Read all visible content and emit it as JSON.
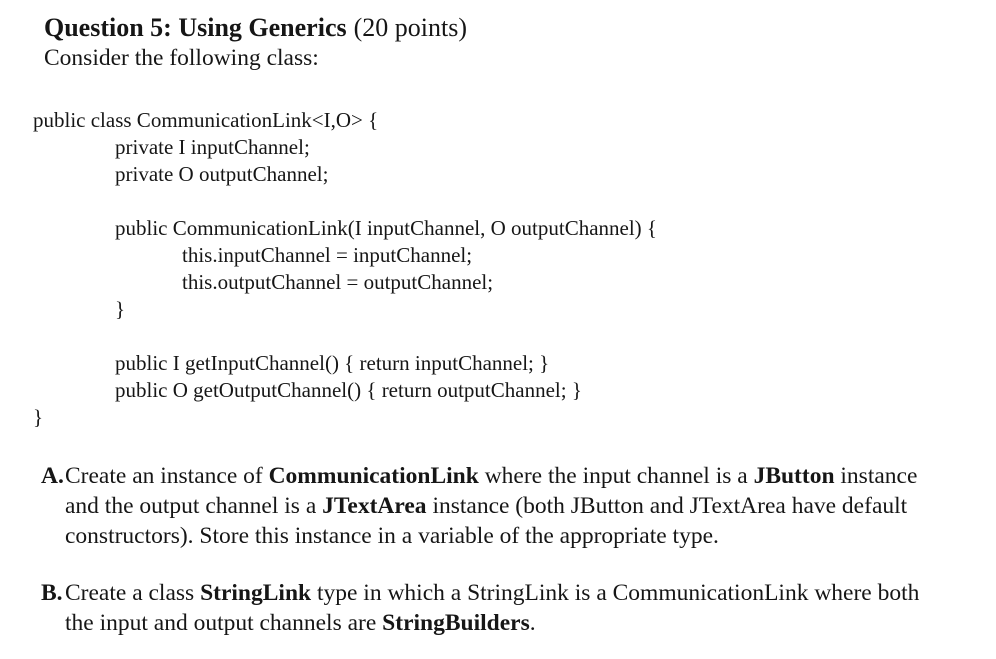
{
  "document": {
    "title": "Question 5: Using Generics",
    "points": "(20 points)",
    "intro": "Consider the following class:"
  },
  "code_block": {
    "language": "java",
    "lines": [
      {
        "indent": 0,
        "text": "public class CommunicationLink<I,O> {"
      },
      {
        "indent": 1,
        "text": "private I inputChannel;"
      },
      {
        "indent": 1,
        "text": "private O outputChannel;"
      },
      {
        "indent": 0,
        "text": ""
      },
      {
        "indent": 1,
        "text": "public CommunicationLink(I inputChannel, O outputChannel) {"
      },
      {
        "indent": 2,
        "text": "this.inputChannel = inputChannel;"
      },
      {
        "indent": 2,
        "text": "this.outputChannel = outputChannel;"
      },
      {
        "indent": 1,
        "text": "}"
      },
      {
        "indent": 0,
        "text": ""
      },
      {
        "indent": 1,
        "text": "public I getInputChannel() { return inputChannel; }"
      },
      {
        "indent": 1,
        "text": "public O getOutputChannel() { return outputChannel; }"
      },
      {
        "indent": 0,
        "text": "}"
      }
    ]
  },
  "questions": [
    {
      "label": "A.",
      "lines": [
        [
          {
            "text": "Create an instance of ",
            "bold": false
          },
          {
            "text": "CommunicationLink",
            "bold": true
          },
          {
            "text": " where the input channel is a ",
            "bold": false
          },
          {
            "text": "JButton",
            "bold": true
          },
          {
            "text": " instance",
            "bold": false
          }
        ],
        [
          {
            "text": "and the output channel is a ",
            "bold": false
          },
          {
            "text": "JTextArea",
            "bold": true
          },
          {
            "text": " instance (both JButton and JTextArea have default",
            "bold": false
          }
        ],
        [
          {
            "text": "constructors). Store this instance in a variable of the appropriate type.",
            "bold": false
          }
        ]
      ]
    },
    {
      "label": "B.",
      "lines": [
        [
          {
            "text": "Create a class ",
            "bold": false
          },
          {
            "text": "StringLink",
            "bold": true
          },
          {
            "text": " type in which a StringLink is a CommunicationLink where both",
            "bold": false
          }
        ],
        [
          {
            "text": "the input and output channels are ",
            "bold": false
          },
          {
            "text": "StringBuilders",
            "bold": true
          },
          {
            "text": ".",
            "bold": false
          }
        ]
      ]
    }
  ],
  "colors": {
    "text": "#161616",
    "background": "#ffffff"
  }
}
